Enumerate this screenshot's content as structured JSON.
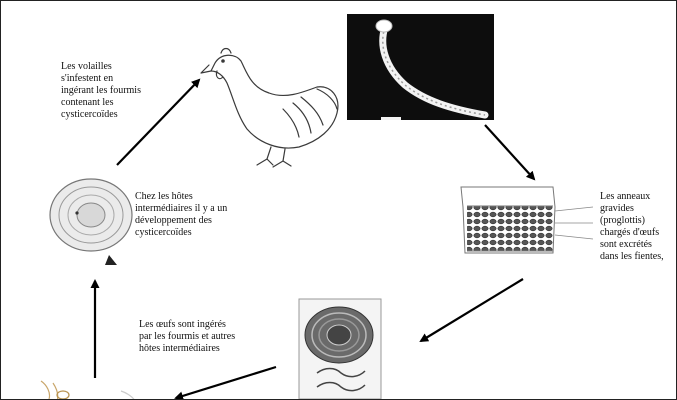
{
  "captions": {
    "volailles": [
      "Les volailles",
      "s'infestent en",
      "ingérant les fourmis",
      "contenant les",
      "cysticercoïdes"
    ],
    "hotes_intermediaires": [
      "Chez les hôtes",
      "intermédiaires il y a un",
      "développement des",
      "cysticercoïdes"
    ],
    "anneaux": [
      "Les anneaux",
      "gravides",
      "(proglottis)",
      "chargés d'œufs",
      "sont excrétés",
      "dans les fientes,"
    ],
    "oeufs": [
      "Les œufs sont ingérés",
      "par les fourmis et autres",
      "hôtes intermédiaires"
    ]
  },
  "illustrations": {
    "chicken": "chicken-illustration",
    "tapeworm": "tapeworm-photo",
    "proglottis": "proglottid-segment-illustration",
    "egg": "egg-illustration",
    "cysticercoid": "cysticercoid-illustration",
    "ant": "ant-illustration"
  },
  "colors": {
    "arrow": "#000000",
    "photo_bg": "#0d0d0d",
    "sketch": "#3a3a3a"
  }
}
